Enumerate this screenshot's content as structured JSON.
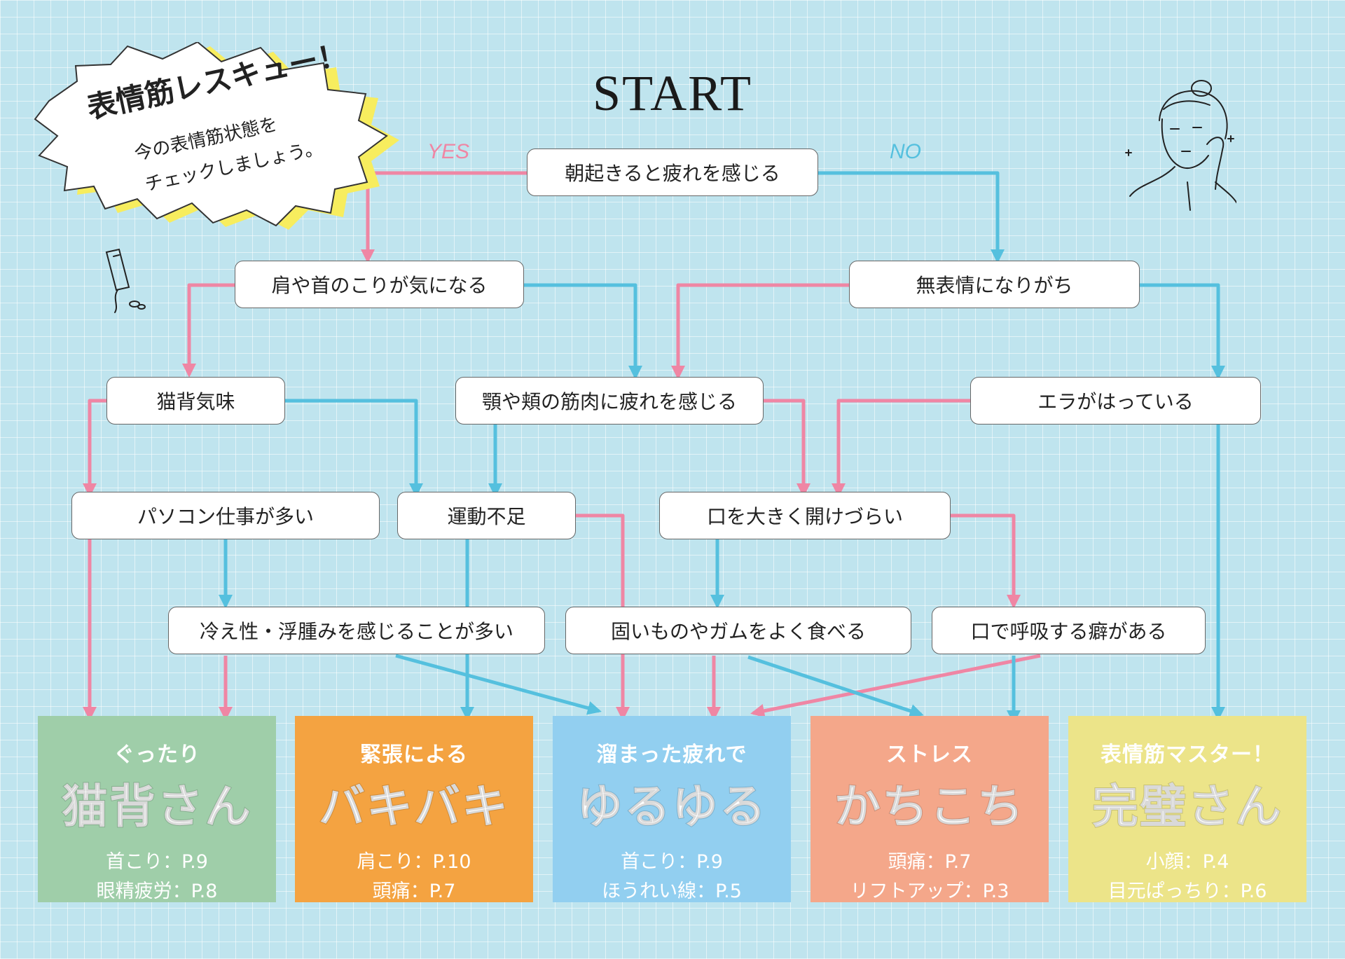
{
  "title": "START",
  "labels": {
    "yes": "YES",
    "no": "NO"
  },
  "badge": {
    "title": "表情筋レスキュー！",
    "line1": "今の表情筋状態を",
    "line2": "チェックしましょう。"
  },
  "questions": {
    "q1": "朝起きると疲れを感じる",
    "q2": "肩や首のこりが気になる",
    "q3": "無表情になりがち",
    "q4": "猫背気味",
    "q5": "顎や頬の筋肉に疲れを感じる",
    "q6": "エラがはっている",
    "q7": "パソコン仕事が多い",
    "q8": "運動不足",
    "q9": "口を大きく開けづらい",
    "q10": "冷え性・浮腫みを感じることが多い",
    "q11": "固いものやガムをよく食べる",
    "q12": "口で呼吸する癖がある"
  },
  "results": [
    {
      "sub": "ぐったり",
      "main": "猫背さん",
      "ref1": "首こり：P.9",
      "ref2": "眼精疲労：P.8",
      "color": "#9fcea9"
    },
    {
      "sub": "緊張による",
      "main": "バキバキ",
      "ref1": "肩こり：P.10",
      "ref2": "頭痛：P.7",
      "color": "#f4a341"
    },
    {
      "sub": "溜まった疲れで",
      "main": "ゆるゆる",
      "ref1": "首こり：P.9",
      "ref2": "ほうれい線：P.5",
      "color": "#92cff0"
    },
    {
      "sub": "ストレス",
      "main": "かちこち",
      "ref1": "頭痛：P.7",
      "ref2": "リフトアップ：P.3",
      "color": "#f4a78a"
    },
    {
      "sub": "表情筋マスター！",
      "main": "完璧さん",
      "ref1": "小顔：P.4",
      "ref2": "目元ぱっちり：P.6",
      "color": "#ece489"
    }
  ],
  "colors": {
    "yes": "#ef86a4",
    "no": "#55c0de",
    "grid_bg": "#bfe4ee"
  }
}
